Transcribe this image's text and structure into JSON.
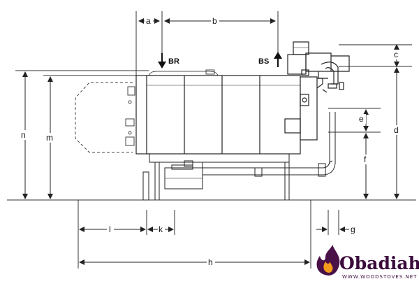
{
  "diagram": {
    "port_labels": {
      "return": "BR",
      "supply": "BS"
    },
    "dimensions": {
      "a": "a",
      "b": "b",
      "c": "c",
      "d": "d",
      "e": "e",
      "f": "f",
      "g": "g",
      "h": "h",
      "k": "k",
      "l": "l",
      "m": "m",
      "n": "n"
    }
  },
  "logo": {
    "name": "Obadiah's",
    "url": "WWW.WOODSTOVES.NET"
  },
  "colors": {
    "line": "#222222",
    "logo_purple": "#3b0a3c",
    "flame_dark": "#4a1048",
    "flame_orange": "#f39a1c"
  }
}
